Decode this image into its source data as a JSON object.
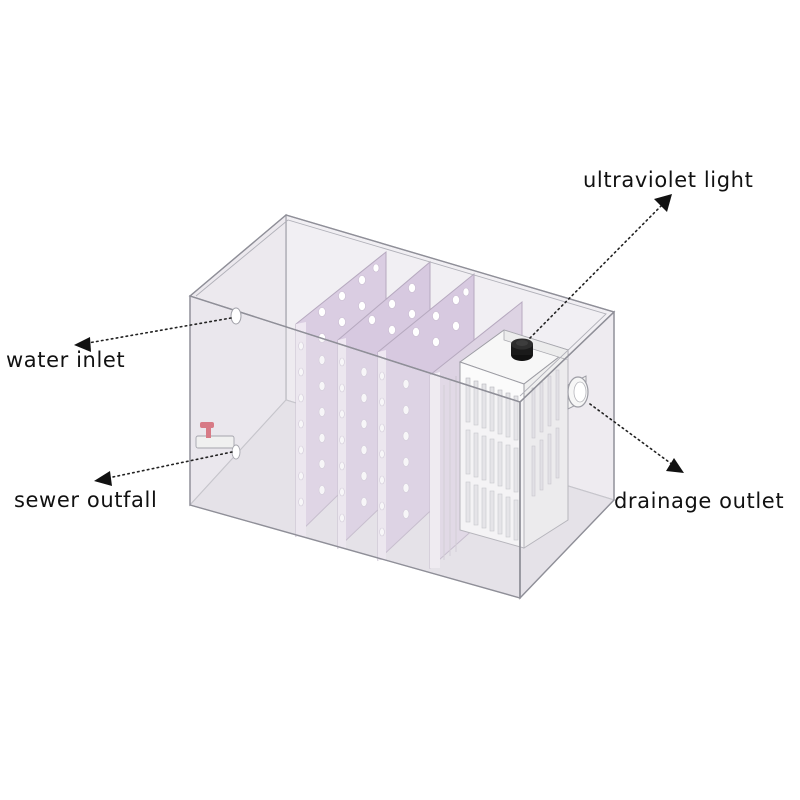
{
  "labels": {
    "ultraviolet_light": "ultraviolet light",
    "water_inlet": "water inlet",
    "sewer_outfall": "sewer outfall",
    "drainage_outlet": "drainage outlet"
  },
  "colors": {
    "glass_edge": "#8f8f98",
    "glass_fill": "#ece9ee",
    "baffle": "#d9cce0",
    "baffle_front": "#efe9f0",
    "hole": "#ffffff",
    "filter_box": "#f6f6f6",
    "uv_cap": "#1a1a1a",
    "valve": "#d77a86",
    "text": "#111111"
  },
  "icons": [
    "arrowhead-icon",
    "valve-icon",
    "uv-light-cap-icon"
  ]
}
